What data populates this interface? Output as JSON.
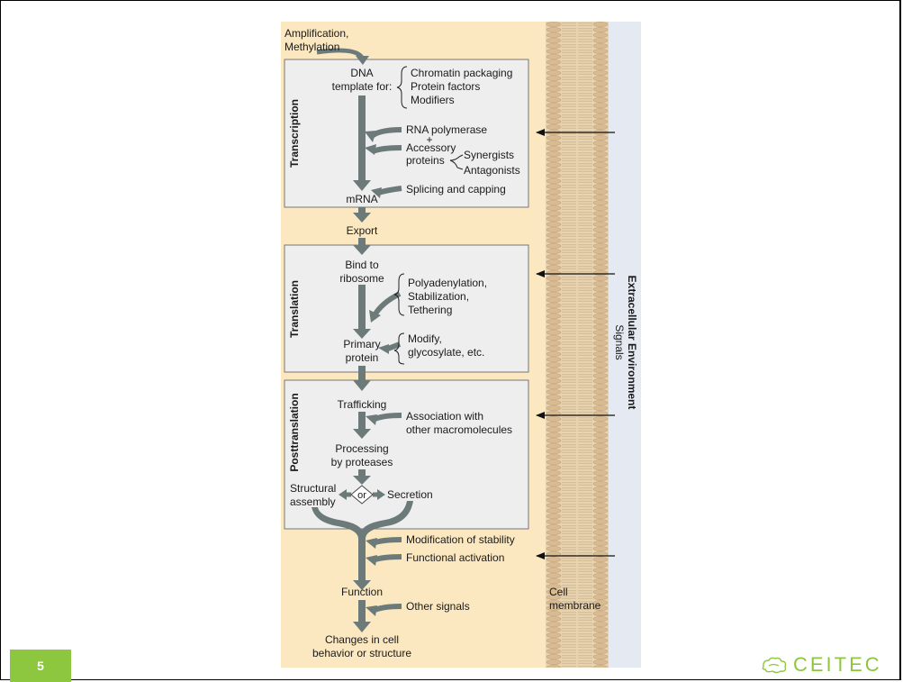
{
  "page_number": "5",
  "logo": {
    "text": "CEITEC"
  },
  "diagram": {
    "top_input": [
      "Amplification,",
      "Methylation"
    ],
    "sections": {
      "transcription": "Transcription",
      "translation": "Translation",
      "posttranslation": "Posttranslation"
    },
    "transcription": {
      "dna_template": [
        "DNA",
        "template for:"
      ],
      "template_items": [
        "Chromatin packaging",
        "Protein factors",
        "Modifiers"
      ],
      "rna_polymerase": "RNA polymerase",
      "plus": "+",
      "accessory": [
        "Accessory",
        "proteins"
      ],
      "synergists": "Synergists",
      "antagonists": "Antagonists",
      "splicing": "Splicing and capping",
      "mrna": "mRNA"
    },
    "export": "Export",
    "translation": {
      "bind": [
        "Bind to",
        "ribosome"
      ],
      "polyadenylation": [
        "Polyadenylation,",
        "Stabilization,",
        "Tethering"
      ],
      "modify": [
        "Modify,",
        "glycosylate, etc."
      ],
      "primary": [
        "Primary",
        "protein"
      ]
    },
    "posttranslation": {
      "trafficking": "Trafficking",
      "association": [
        "Association with",
        "other macromolecules"
      ],
      "processing": [
        "Processing",
        "by proteases"
      ],
      "structural": [
        "Structural",
        "assembly"
      ],
      "or": "or",
      "secretion": "Secretion"
    },
    "modification": "Modification of stability",
    "activation": "Functional activation",
    "function": "Function",
    "other_signals": "Other signals",
    "changes": [
      "Changes in cell",
      "behavior or structure"
    ],
    "cell_membrane": [
      "Cell",
      "membrane"
    ],
    "extracellular": "Extracellular Environment",
    "signals": "Signals"
  },
  "colors": {
    "cytoplasm": "#fbe8c0",
    "section_box": "#eeeeee",
    "arrow": "#6c7a7a",
    "extracellular": "#e4e9f2",
    "membrane": "#d9bf9a",
    "accent": "#8dc63f"
  }
}
